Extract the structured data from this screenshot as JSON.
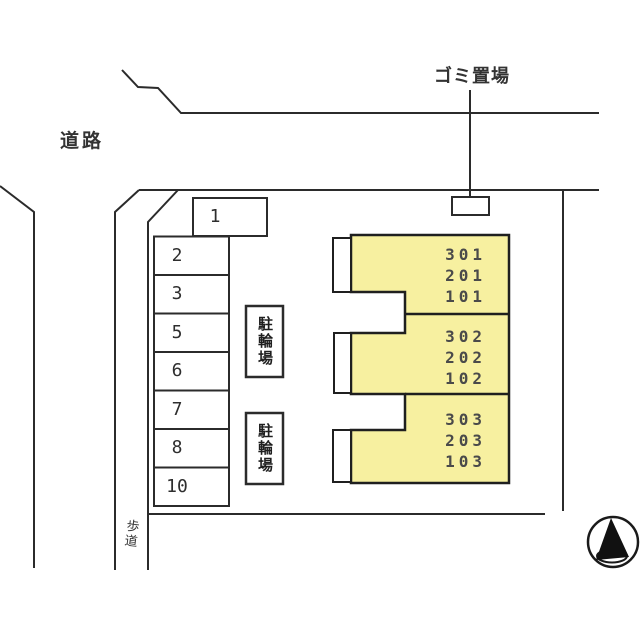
{
  "labels": {
    "road": "道路",
    "garbage_area": "ゴミ置場",
    "sidewalk": "歩道",
    "bicycle_parking": "駐輪場"
  },
  "parking": {
    "spaces": [
      "1",
      "2",
      "3",
      "5",
      "6",
      "7",
      "8",
      "10"
    ]
  },
  "building": {
    "fill_color": "#F7F0A0",
    "sections": [
      {
        "rooms": [
          "301",
          "201",
          "101"
        ]
      },
      {
        "rooms": [
          "302",
          "202",
          "102"
        ]
      },
      {
        "rooms": [
          "303",
          "203",
          "103"
        ]
      }
    ]
  },
  "icons": {
    "compass": "north-arrow-icon"
  },
  "colors": {
    "line": "#2b2b2b",
    "text": "#333333",
    "room_text": "#4a4a4a",
    "background": "#ffffff"
  }
}
